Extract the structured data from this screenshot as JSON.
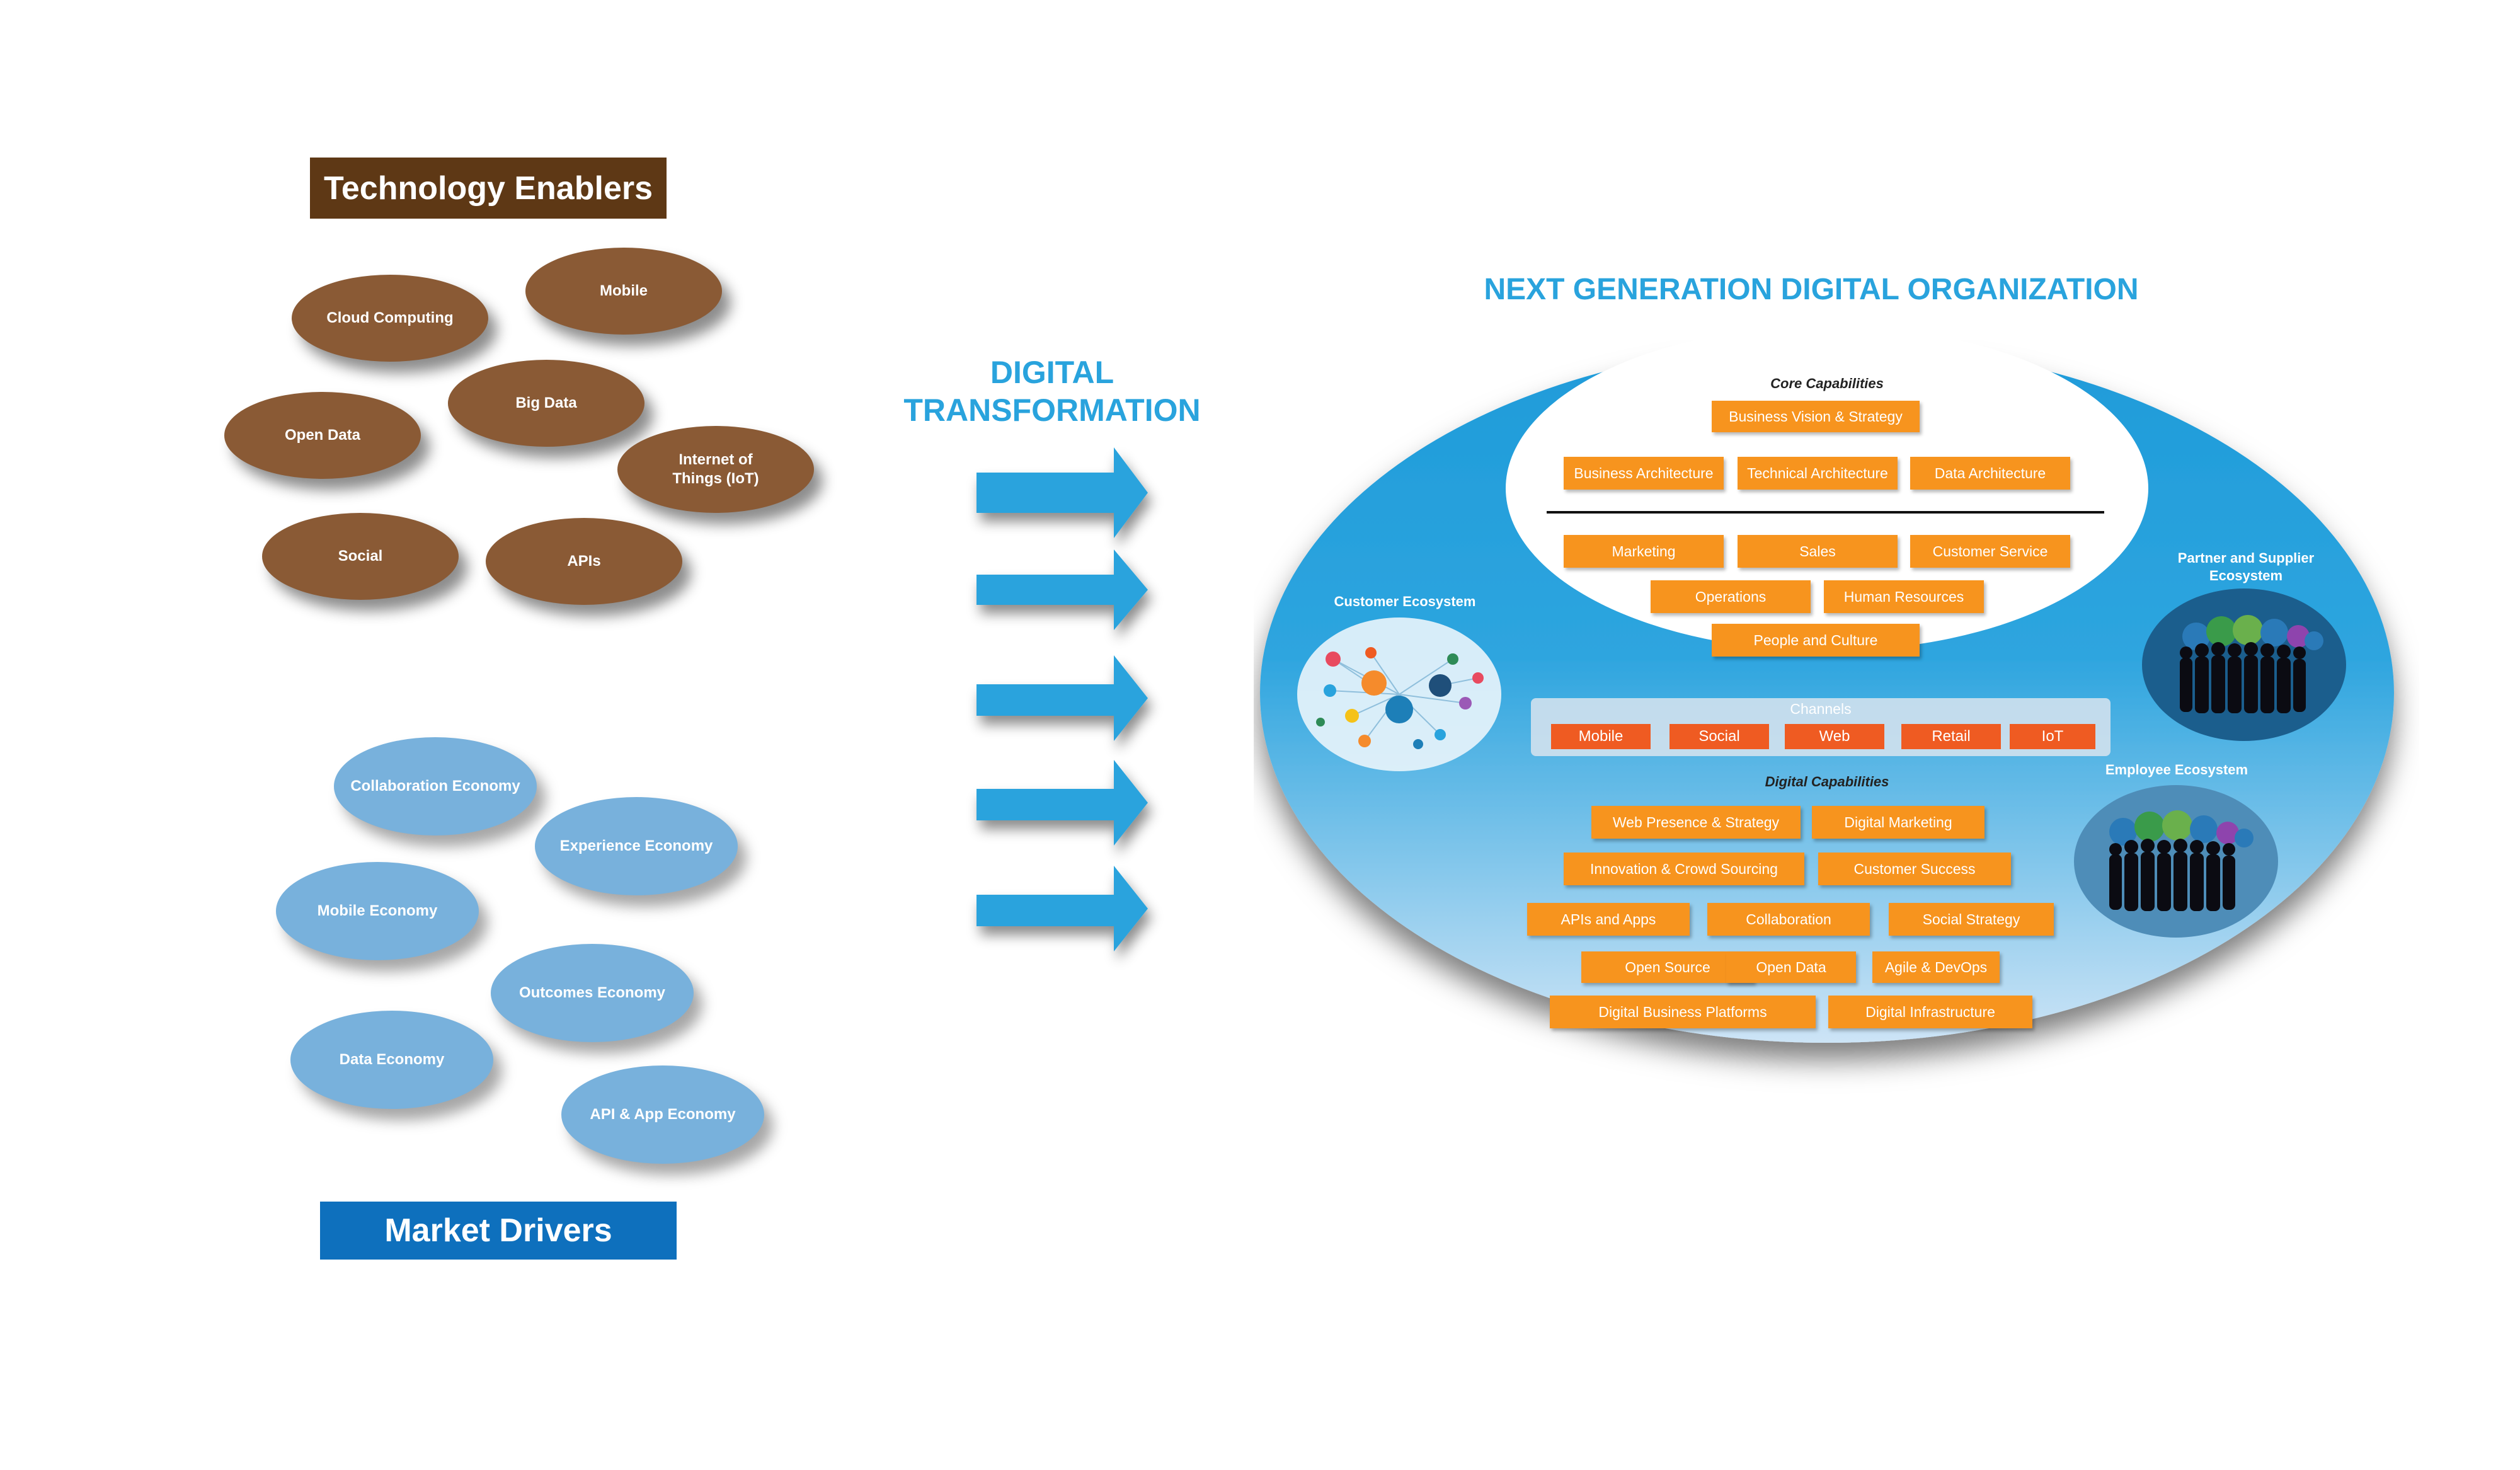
{
  "technology_enablers": {
    "title": "Technology Enablers",
    "items": [
      "Cloud Computing",
      "Mobile",
      "Big Data",
      "Open Data",
      "Internet of Things (IoT)",
      "Social",
      "APIs"
    ]
  },
  "market_drivers": {
    "title": "Market Drivers",
    "items": [
      "Collaboration Economy",
      "Experience Economy",
      "Mobile Economy",
      "Outcomes Economy",
      "Data Economy",
      "API & App Economy"
    ]
  },
  "transformation": {
    "line1": "DIGITAL",
    "line2": "TRANSFORMATION"
  },
  "organization": {
    "title": "NEXT GENERATION DIGITAL ORGANIZATION",
    "core_label": "Core Capabilities",
    "core": {
      "top": "Business Vision & Strategy",
      "architecture": [
        "Business Architecture",
        "Technical Architecture",
        "Data Architecture"
      ],
      "functions": [
        "Marketing",
        "Sales",
        "Customer Service",
        "Operations",
        "Human Resources",
        "People and Culture"
      ]
    },
    "channels_label": "Channels",
    "channels": [
      "Mobile",
      "Social",
      "Web",
      "Retail",
      "IoT"
    ],
    "digital_label": "Digital Capabilities",
    "digital": [
      "Web Presence & Strategy",
      "Digital Marketing",
      "Innovation & Crowd Sourcing",
      "Customer Success",
      "APIs and Apps",
      "Collaboration",
      "Social Strategy",
      "Open Source",
      "Open Data",
      "Agile & DevOps",
      "Digital Business Platforms",
      "Digital Infrastructure"
    ],
    "ecosystems": {
      "customer": "Customer Ecosystem",
      "partner_line1": "Partner and Supplier",
      "partner_line2": "Ecosystem",
      "employee": "Employee Ecosystem"
    }
  },
  "colors": {
    "tech_brown": "#8a5a35",
    "banner_brown": "#5e3815",
    "market_blue": "#78b1dc",
    "banner_blue": "#0e70bd",
    "accent_blue": "#29a3dd",
    "capability_orange": "#f7941e",
    "channel_orange": "#ef5b22"
  }
}
